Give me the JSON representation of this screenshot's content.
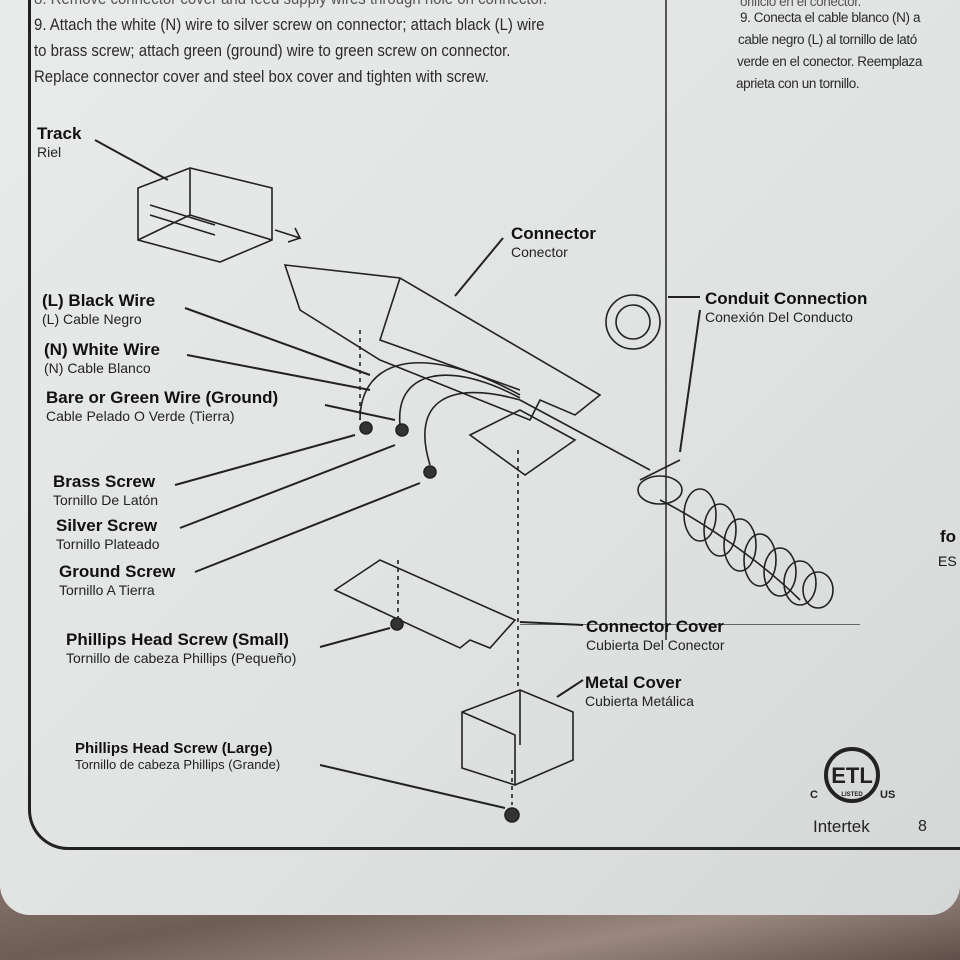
{
  "instructions_en": {
    "step8_partial": "8. Remove connector cover and feed supply wires through hole on connector.",
    "step9_line1": "9. Attach the white (N) wire to silver screw on connector; attach black (L) wire",
    "step9_line2": "to brass screw; attach green (ground) wire to green screw on connector.",
    "step9_line3": "Replace connector cover and steel box cover and tighten with screw."
  },
  "instructions_es": {
    "step8_partial": "orificio en el conector.",
    "step9_line1": "9. Conecta el cable blanco (N) a",
    "step9_line2": "cable negro (L) al tornillo de lató",
    "step9_line3": "verde en el conector. Reemplaza",
    "step9_line4": "aprieta con un tornillo."
  },
  "labels": [
    {
      "en": "Track",
      "es": "Riel"
    },
    {
      "en": "Connector",
      "es": "Conector"
    },
    {
      "en": "(L) Black Wire",
      "es": "(L) Cable Negro"
    },
    {
      "en": "(N) White Wire",
      "es": "(N) Cable Blanco"
    },
    {
      "en": "Bare or Green Wire (Ground)",
      "es": "Cable Pelado O Verde (Tierra)"
    },
    {
      "en": "Conduit Connection",
      "es": "Conexión Del Conducto"
    },
    {
      "en": "Brass Screw",
      "es": "Tornillo De Latón"
    },
    {
      "en": "Silver Screw",
      "es": "Tornillo Plateado"
    },
    {
      "en": "Ground Screw",
      "es": "Tornillo A Tierra"
    },
    {
      "en": "Connector Cover",
      "es": "Cubierta Del Conector"
    },
    {
      "en": "Phillips Head Screw (Small)",
      "es": "Tornillo de cabeza Phillips (Pequeño)"
    },
    {
      "en": "Metal Cover",
      "es": "Cubierta Metálica"
    },
    {
      "en": "Phillips Head Screw (Large)",
      "es": "Tornillo de cabeza Phillips (Grande)"
    }
  ],
  "side_partial": {
    "title": "fo",
    "sub": "ES"
  },
  "certification": {
    "mark": "ETL",
    "listed": "LISTED",
    "left": "C",
    "right": "US",
    "company": "Intertek"
  },
  "page_number": "8"
}
